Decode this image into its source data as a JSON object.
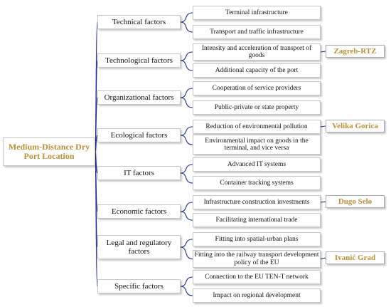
{
  "diagram": {
    "root": "Medium-Distance Dry Port Location",
    "factors": [
      {
        "label": "Technical factors",
        "items": [
          "Terminal infrastructure",
          "Transport and traffic infrastructure"
        ]
      },
      {
        "label": "Technological factors",
        "items": [
          "Intensity and acceleration of transport of goods",
          "Additional capacity of the port"
        ]
      },
      {
        "label": "Organizational factors",
        "items": [
          "Cooperation of service providers",
          "Public-private or state property"
        ]
      },
      {
        "label": "Ecological factors",
        "items": [
          "Reduction of environmental pollution",
          "Environmental impact on goods in the terminal, and vice versa"
        ]
      },
      {
        "label": "IT factors",
        "items": [
          "Advanced IT systems",
          "Container tracking systems"
        ]
      },
      {
        "label": "Economic factors",
        "items": [
          "Infrastructure construction investments",
          "Facilitating international trade"
        ]
      },
      {
        "label": "Legal and regulatory factors",
        "items": [
          "Fitting into spatial-urban plans",
          "Fitting into the railway transport development policy of the EU"
        ]
      },
      {
        "label": "Specific factors",
        "items": [
          "Connection to the EU TEN-T network",
          "Impact on regional development"
        ]
      }
    ],
    "locations": [
      "Zagreb-RTZ",
      "Velika Gorica",
      "Dugo Selo",
      "Ivanić Grad"
    ]
  },
  "colors": {
    "line": "#1f2e8c",
    "accent_text": "#b8923a",
    "box_border": "#c3c7cc"
  }
}
